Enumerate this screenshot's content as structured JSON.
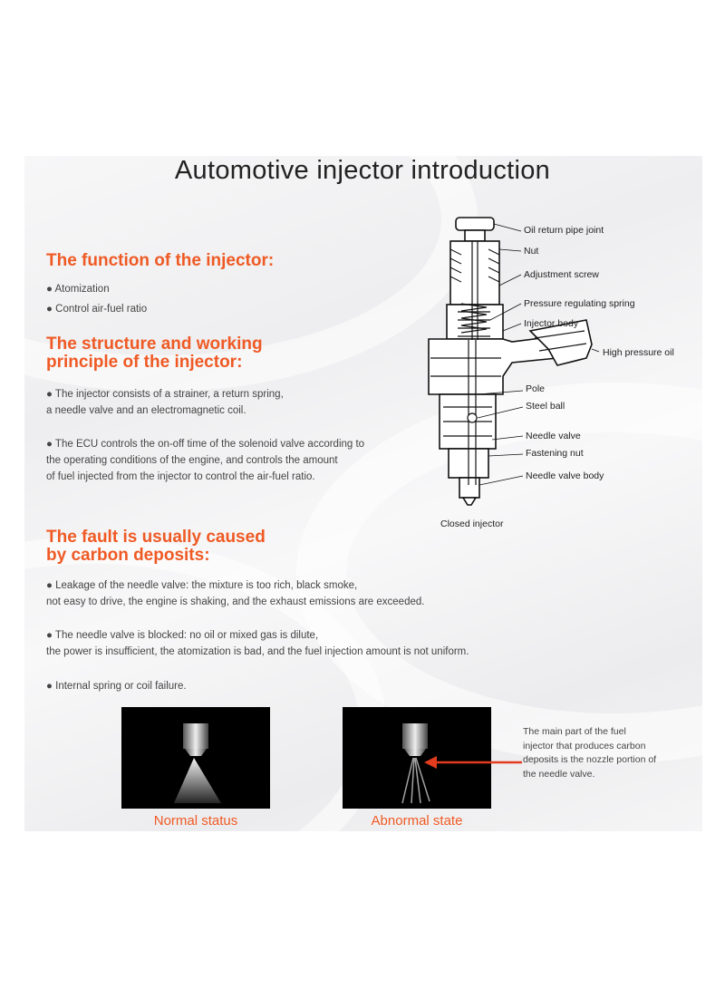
{
  "title": "Automotive injector introduction",
  "section_function": {
    "heading": "The function of the injector:",
    "bullets": [
      "● Atomization",
      "● Control air-fuel ratio"
    ]
  },
  "section_structure": {
    "heading_line1": "The structure and working",
    "heading_line2": "principle of the injector:",
    "para1_line1": "● The injector consists of a strainer, a return spring,",
    "para1_line2": "a needle valve and an electromagnetic coil.",
    "para2_line1": "● The ECU controls the on-off time of the solenoid valve according to",
    "para2_line2": "the operating conditions of the engine, and controls the amount",
    "para2_line3": "of fuel injected from the injector to control the air-fuel ratio."
  },
  "diagram": {
    "labels": {
      "oil_return": "Oil return pipe joint",
      "nut": "Nut",
      "adjustment_screw": "Adjustment screw",
      "pressure_spring": "Pressure regulating spring",
      "injector_body": "Injector body",
      "high_pressure_oil": "High pressure oil",
      "pole": "Pole",
      "steel_ball": "Steel ball",
      "needle_valve": "Needle valve",
      "fastening_nut": "Fastening nut",
      "needle_valve_body": "Needle valve body"
    },
    "caption": "Closed injector"
  },
  "section_fault": {
    "heading_line1": "The fault is usually caused",
    "heading_line2": "by carbon deposits:",
    "b1_line1": "● Leakage of the needle valve: the mixture is too rich, black smoke,",
    "b1_line2": "not easy to drive, the engine is shaking, and the exhaust emissions are exceeded.",
    "b2_line1": "● The needle valve is blocked: no oil or mixed gas is dilute,",
    "b2_line2": "the power is insufficient, the atomization is bad, and the fuel injection amount is not uniform.",
    "b3": "● Internal spring or coil failure."
  },
  "images": {
    "normal_caption": "Normal status",
    "abnormal_caption": "Abnormal state",
    "note": "The main part of the fuel injector that produces carbon deposits is the nozzle portion of the needle valve."
  },
  "colors": {
    "accent": "#ef5a24",
    "arrow": "#e23b1e"
  }
}
